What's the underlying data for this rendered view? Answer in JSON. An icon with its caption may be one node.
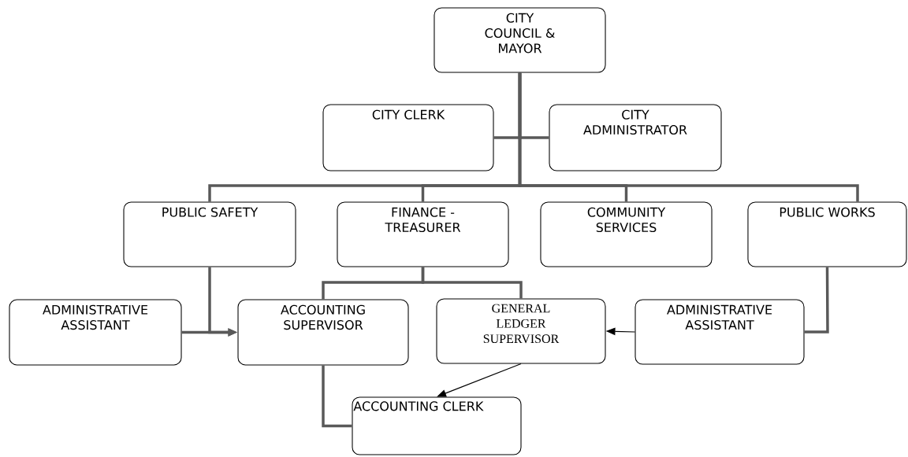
{
  "diagram": {
    "nodes": [
      {
        "text": [
          "CITY COUNCIL & MAYOR"
        ]
      },
      {
        "text": [
          "CITY CLERK"
        ]
      },
      {
        "text": [
          "CITY ADMINISTRATOR"
        ]
      },
      {
        "text": [
          "PUBLIC SAFETY"
        ]
      },
      {
        "text": [
          "FINANCE - TREASURER"
        ]
      },
      {
        "text": [
          "COMMUNITY SERVICES"
        ]
      },
      {
        "text": [
          "PUBLIC WORKS"
        ]
      },
      {
        "text": [
          "ADMINISTRATIVE ASSISTANT"
        ]
      },
      {
        "text": [
          "ACCOUNTING SUPERVISOR"
        ]
      },
      {
        "text": [
          "GENERAL LEDGER SUPERVISOR"
        ]
      },
      {
        "text": [
          "ADMINISTRATIVE ASSISTANT"
        ]
      },
      {
        "text": [
          "ACCOUNTING CLERK"
        ]
      }
    ],
    "edges": [
      {
        "from": 0,
        "to": 1,
        "arrow": "none"
      },
      {
        "from": 0,
        "to": 2,
        "arrow": "none"
      },
      {
        "from": 0,
        "to": 3,
        "arrow": "none"
      },
      {
        "from": 0,
        "to": 4,
        "arrow": "none"
      },
      {
        "from": 0,
        "to": 5,
        "arrow": "none"
      },
      {
        "from": 0,
        "to": 6,
        "arrow": "none"
      },
      {
        "from": 3,
        "to": 8,
        "arrow": "to"
      },
      {
        "from": 7,
        "to": 8,
        "arrow": "to"
      },
      {
        "from": 4,
        "to": 8,
        "arrow": "none"
      },
      {
        "from": 4,
        "to": 9,
        "arrow": "none"
      },
      {
        "from": 6,
        "to": 10,
        "arrow": "none"
      },
      {
        "from": 10,
        "to": 9,
        "arrow": "to",
        "color": "#000000"
      },
      {
        "from": 8,
        "to": 11,
        "arrow": "none"
      },
      {
        "from": 9,
        "to": 11,
        "arrow": "to",
        "color": "#000000"
      }
    ]
  }
}
